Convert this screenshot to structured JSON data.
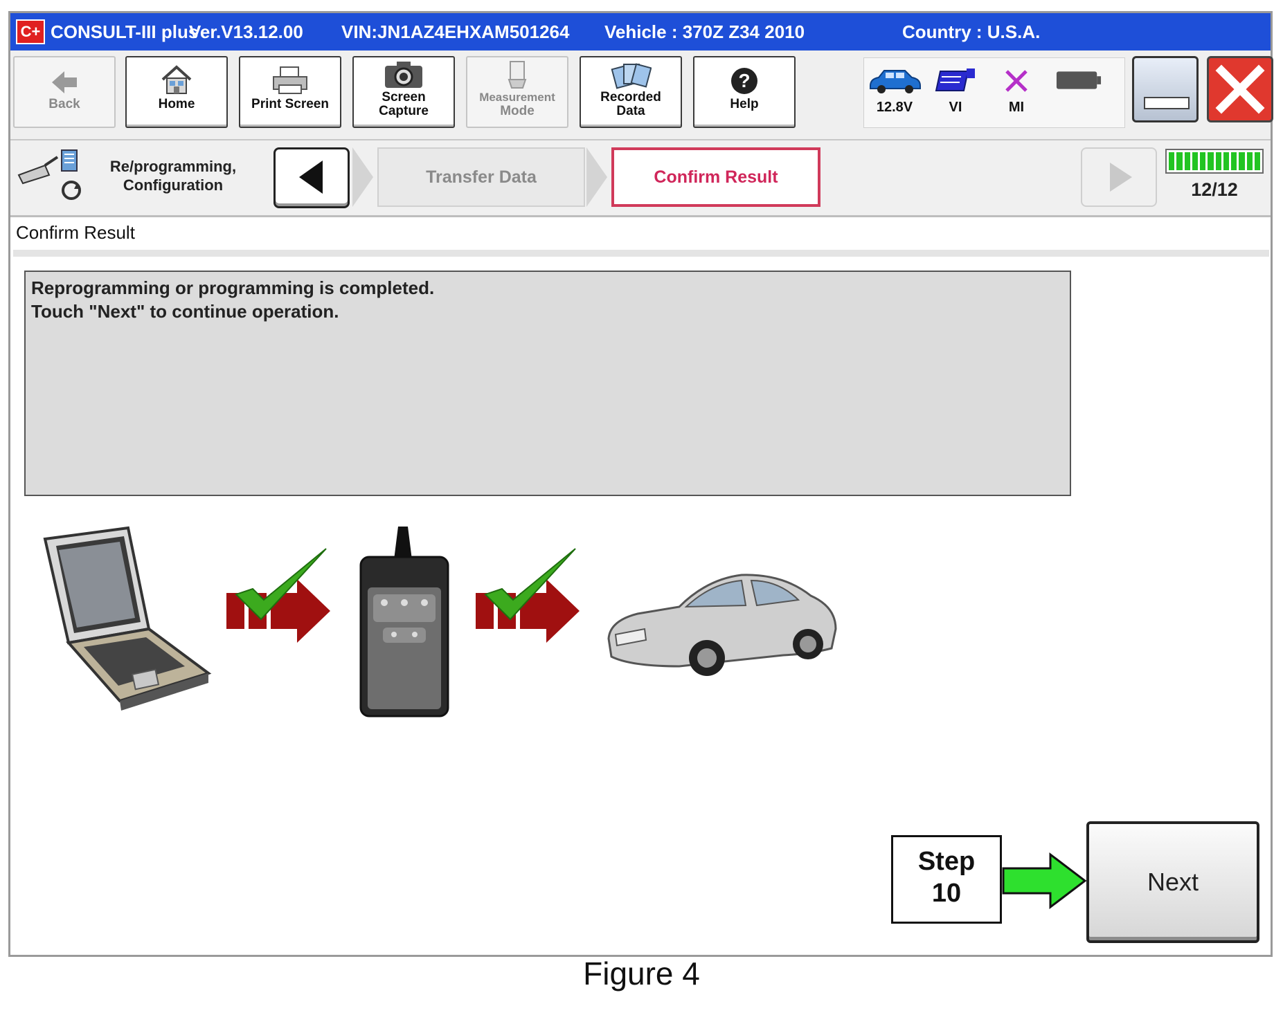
{
  "titlebar": {
    "logo": "C+",
    "app": "CONSULT-III plus",
    "version": "Ver.V13.12.00",
    "vin": "VIN:JN1AZ4EHXAM501264",
    "vehicle": "Vehicle : 370Z Z34 2010",
    "country": "Country : U.S.A."
  },
  "toolbar": {
    "back": "Back",
    "home": "Home",
    "print_screen": "Print Screen",
    "screen_capture_1": "Screen",
    "screen_capture_2": "Capture",
    "measurement_1": "Measurement",
    "measurement_2": "Mode",
    "recorded_1": "Recorded",
    "recorded_2": "Data",
    "help": "Help"
  },
  "status": {
    "voltage": "12.8V",
    "vi": "VI",
    "mi": "MI"
  },
  "nav": {
    "title_1": "Re/programming,",
    "title_2": "Configuration",
    "step_transfer": "Transfer Data",
    "step_confirm": "Confirm Result",
    "progress": "12/12",
    "progress_fraction": 1.0
  },
  "section": {
    "title": "Confirm Result",
    "message_line1": "Reprogramming or programming is completed.",
    "message_line2": "Touch \"Next\" to continue operation."
  },
  "annotation": {
    "step_label": "Step",
    "step_number": "10"
  },
  "next_label": "Next",
  "caption": "Figure 4",
  "colors": {
    "titlebar": "#1e4fd8",
    "active_step": "#d0265a",
    "progress": "#22c422",
    "arrow_green": "#2ee02e",
    "check": "#3caa1e",
    "arrow_red": "#a01010"
  }
}
